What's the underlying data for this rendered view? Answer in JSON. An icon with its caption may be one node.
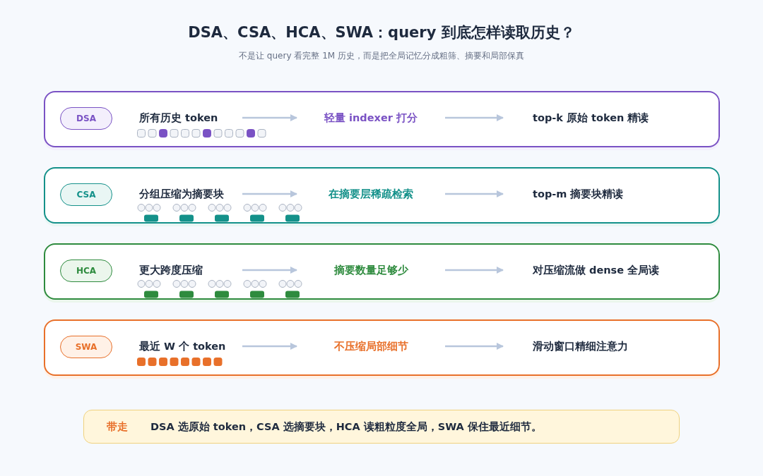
{
  "diagram": {
    "title": "DSA、CSA、HCA、SWA：query 到底怎样读取历史？",
    "caption": "不是让 query 看完整 1M 历史，而是把全局记忆分成粗筛、摘要和局部保真",
    "nodes": [
      {
        "text": [],
        "shape": "box"
      },
      {
        "text": [
          "DSA"
        ],
        "in": 0
      },
      {
        "text": [
          "所有历史 token"
        ],
        "in": 0
      },
      {
        "text": [
          "轻量 indexer 打分"
        ],
        "in": 0
      },
      {
        "text": [
          "top-k 原始 token 精读"
        ],
        "in": 0
      },
      {
        "text": [],
        "shape": "box"
      },
      {
        "text": [
          "CSA"
        ],
        "in": 5
      },
      {
        "text": [
          "分组压缩为摘要块"
        ],
        "in": 5
      },
      {
        "text": [
          "在摘要层稀疏检索"
        ],
        "in": 5
      },
      {
        "text": [
          "top-m 摘要块精读"
        ],
        "in": 5
      },
      {
        "text": [],
        "shape": "box"
      },
      {
        "text": [
          "HCA"
        ],
        "in": 10
      },
      {
        "text": [
          "更大跨度压缩"
        ],
        "in": 10
      },
      {
        "text": [
          "摘要数量足够少"
        ],
        "in": 10
      },
      {
        "text": [
          "对压缩流做 dense 全局读"
        ],
        "in": 10
      },
      {
        "text": [],
        "shape": "box"
      },
      {
        "text": [
          "SWA"
        ],
        "in": 15
      },
      {
        "text": [
          "最近 W 个 token"
        ],
        "in": 15
      },
      {
        "text": [
          "不压缩局部细节"
        ],
        "in": 15
      },
      {
        "text": [
          "滑动窗口精细注意力"
        ],
        "in": 15
      },
      {
        "text": [
          "带走",
          "DSA 选原始 token，CSA 选摘要块，HCA 读粗粒度全局，SWA 保住最近细节。"
        ]
      }
    ],
    "edges": [
      {
        "from": 2,
        "to": 3,
        "arrow": "to"
      },
      {
        "from": 3,
        "to": 4,
        "arrow": "to"
      },
      {
        "from": 7,
        "to": 8,
        "arrow": "to"
      },
      {
        "from": 8,
        "to": 9,
        "arrow": "to"
      },
      {
        "from": 12,
        "to": 13,
        "arrow": "to"
      },
      {
        "from": 13,
        "to": 14,
        "arrow": "to"
      },
      {
        "from": 17,
        "to": 18,
        "arrow": "to"
      },
      {
        "from": 18,
        "to": 19,
        "arrow": "to"
      }
    ]
  }
}
